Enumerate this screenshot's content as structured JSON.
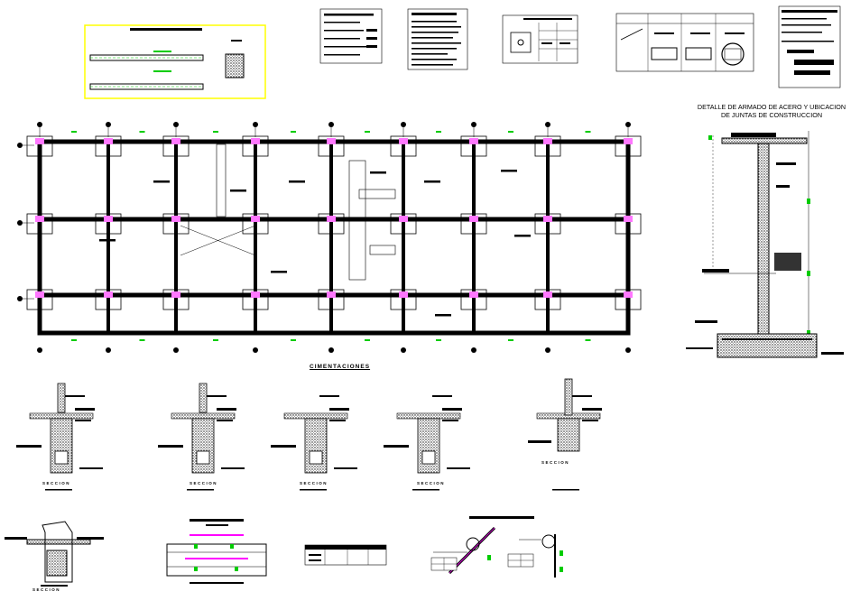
{
  "sheet": {
    "detail_title_line1": "DETALLE DE ARMADO DE ACERO Y UBICACION",
    "detail_title_line2": "DE JUNTAS DE CONSTRUCCION",
    "foundations_title": "CIMENTACIONES",
    "section_label": "SECCION"
  },
  "colors": {
    "line": "#000000",
    "highlight": "#ffff00",
    "green": "#00cc00",
    "accent_magenta": "#ff00ff",
    "hatch": "#222222"
  }
}
